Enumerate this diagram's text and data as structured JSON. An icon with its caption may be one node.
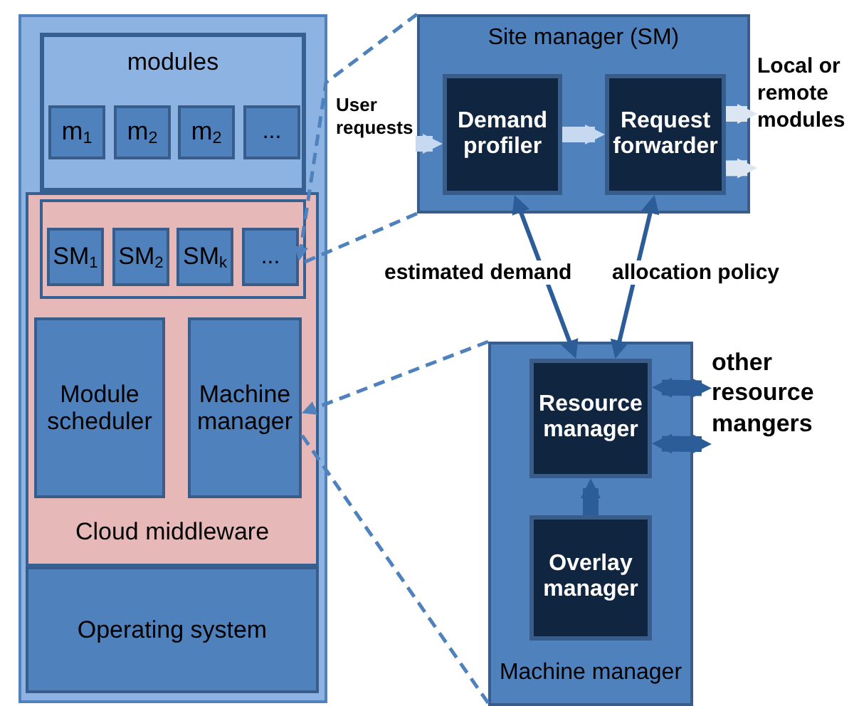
{
  "diagram": {
    "nodes": [
      {
        "text": [],
        "shape": "box"
      },
      {
        "text": [
          "modules"
        ],
        "in": 0
      },
      {
        "text": [
          "m$_{1}$"
        ],
        "in": 1
      },
      {
        "text": [
          "m$_{2}$"
        ],
        "in": 1
      },
      {
        "text": [
          "m$_{2}$"
        ],
        "in": 1
      },
      {
        "text": [
          "..."
        ],
        "in": 1
      },
      {
        "text": [
          "Cloud middleware"
        ],
        "in": 0
      },
      {
        "text": [],
        "shape": "box",
        "in": 6
      },
      {
        "text": [
          "SM$_{1}$"
        ],
        "in": 7
      },
      {
        "text": [
          "SM$_{2}$"
        ],
        "in": 7
      },
      {
        "text": [
          "SM$_{k}$"
        ],
        "in": 7
      },
      {
        "text": [
          "..."
        ],
        "in": 7
      },
      {
        "text": [
          "Module scheduler"
        ],
        "in": 6
      },
      {
        "text": [
          "Machine manager"
        ],
        "in": 6
      },
      {
        "text": [
          "Operating system"
        ],
        "in": 0
      },
      {
        "text": [
          "Site manager (SM)"
        ]
      },
      {
        "text": [
          "Demand profiler"
        ],
        "in": 15
      },
      {
        "text": [
          "Request forwarder"
        ],
        "in": 15
      },
      {
        "text": [
          "Machine manager"
        ]
      },
      {
        "text": [
          "Resource manager"
        ],
        "in": 18
      },
      {
        "text": [
          "Overlay manager"
        ],
        "in": 18
      },
      {
        "text": [
          "User requests"
        ]
      },
      {
        "text": [
          "Local or remote modules"
        ]
      },
      {
        "text": [
          "other resource mangers"
        ]
      }
    ],
    "edges": [
      {
        "from": 15,
        "to": 11,
        "arrow": "to",
        "style": "dashed",
        "color": "#4f81bd"
      },
      {
        "from": 15,
        "to": 11,
        "arrow": "none",
        "style": "dashed",
        "color": "#4f81bd"
      },
      {
        "from": 18,
        "to": 13,
        "arrow": "to",
        "style": "dashed",
        "color": "#4f81bd"
      },
      {
        "from": 18,
        "to": 13,
        "arrow": "none",
        "style": "dashed",
        "color": "#4f81bd"
      },
      {
        "from": 21,
        "to": 16,
        "arrow": "to",
        "color": "#c6d9f1"
      },
      {
        "from": 16,
        "to": 17,
        "arrow": "to",
        "color": "#c6d9f1"
      },
      {
        "from": 17,
        "to": 22,
        "arrow": "to",
        "color": "#dce6f2"
      },
      {
        "from": 17,
        "to": 22,
        "arrow": "to",
        "color": "#dce6f2"
      },
      {
        "from": 16,
        "to": 19,
        "arrow": "both",
        "label": "estimated demand"
      },
      {
        "from": 17,
        "to": 19,
        "arrow": "both",
        "label": "allocation policy"
      },
      {
        "from": 20,
        "to": 19,
        "arrow": "to"
      },
      {
        "from": 19,
        "to": 23,
        "arrow": "both"
      },
      {
        "from": 19,
        "to": 23,
        "arrow": "both"
      }
    ]
  }
}
